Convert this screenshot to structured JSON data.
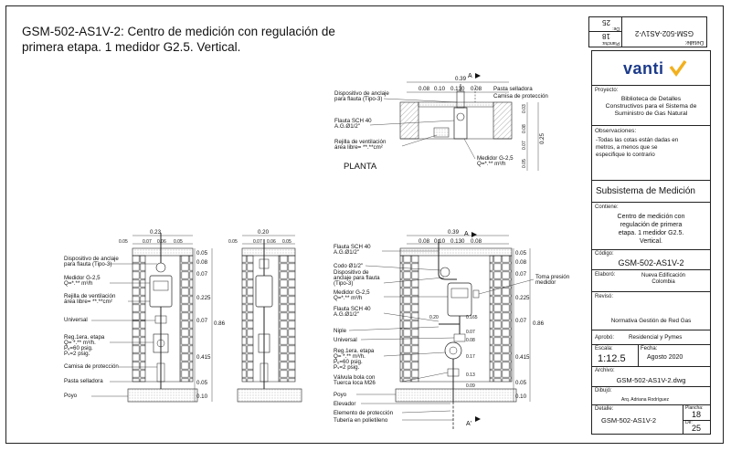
{
  "header": {
    "title_line1": "GSM-502-AS1V-2: Centro de medición con regulación de",
    "title_line2": "primera etapa.  1 medidor G2.5. Vertical."
  },
  "side_strip": {
    "code": "GSM-502-AS1V-2",
    "detail_label": "Detalle:",
    "plancha_label": "Plancha:",
    "plancha": "18",
    "de_label": "De:",
    "de": "25"
  },
  "title_block": {
    "brand": "vanti",
    "proyecto_label": "Proyecto:",
    "proyecto": [
      "Biblioteca de Detalles",
      "Constructivos para el Sistema de",
      "Suministro de Gas Natural"
    ],
    "observaciones_label": "Observaciones:",
    "observaciones": [
      "-Todas las cotas están dadas en",
      "metros, a menos que se",
      "especifique lo contrario"
    ],
    "subsistema": "Subsistema de Medición",
    "contiene_label": "Contiene:",
    "contiene": [
      "Centro de medición con",
      "regulación de primera",
      "etapa. 1 medidor G2.5.",
      "Vertical."
    ],
    "codigo_label": "Código:",
    "codigo": "GSM-502-AS1V-2",
    "elaboro_label": "Elaboró:",
    "elaboro": [
      "Nueva Edificación",
      "Colombia"
    ],
    "reviso_label": "Revisó:",
    "reviso": "Normativa Gestión de Red Gas",
    "aprobo_label": "Aprobó:",
    "aprobo": "Residencial y Pymes",
    "escala_label": "Escala:",
    "escala": "1:12.5",
    "fecha_label": "Fecha:",
    "fecha": "Agosto 2020",
    "archivo_label": "Archivo:",
    "archivo": "GSM-502-AS1V-2.dwg",
    "dibujo_label": "Dibujó:",
    "dibujo": "Arq. Adriana Rodríguez",
    "detalle_label": "Detalle:",
    "detalle": "GSM-502-AS1V-2",
    "plancha_label": "Plancha:",
    "plancha": "18",
    "de_label": "De:",
    "de": "25"
  },
  "planta": {
    "label": "PLANTA",
    "section_mark": "A",
    "dim_total": "0.39",
    "dims_top": [
      "0.08",
      "0.10",
      "0.130",
      "0.08"
    ],
    "dims_right": [
      "0.03",
      "0.08",
      "0.07",
      "0.25",
      "0.05"
    ],
    "labels": [
      "Dispositivo de anclaje",
      "para flauta (Tipo-3)",
      "Flauta SCH 40",
      "A.G.Ø1/2\"",
      "Rejilla de ventilación",
      "área libre=  **.**cm²",
      "Pasta selladora",
      "Camisa de protección",
      "Medidor G-2,5",
      "Q=*.** m³/h"
    ]
  },
  "front": {
    "dim_total": "0.23",
    "dims_top": [
      "0.05",
      "0.07",
      "0.06",
      "0.05"
    ],
    "labels": [
      "Dispositivo de anclaje",
      "para flauta (Tipo-3)",
      "Medidor G-2,5",
      "Q=*.** m³/h",
      "Rejilla de ventilación",
      "área libre=  **.**cm²",
      "Universal",
      "Reg.1era. etapa",
      "Q=  *.** m³/h.",
      "Pₑ=60 psig.",
      "Pₛ=2 psig.",
      "Camisa de protección",
      "Pasta selladora",
      "Poyo"
    ],
    "dims_right": [
      "0.05",
      "0.08",
      "0.07",
      "0.225",
      "0.07",
      "0.415",
      "0.05",
      "0.10"
    ],
    "dim_height": "0.86"
  },
  "side": {
    "dim_total": "0.20",
    "dims_top": [
      "0.05",
      "0.07",
      "0.06",
      "0.05"
    ]
  },
  "section": {
    "section_mark_top": "A",
    "section_mark_bottom": "A'",
    "dim_total": "0.39",
    "dims_top": [
      "0.08",
      "0.10",
      "0.130",
      "0.08"
    ],
    "labels": [
      "Flauta SCH 40",
      "A.G.Ø1/2\"",
      "Codo Ø1/2\"",
      "Dispositivo de",
      "anclaje para flauta",
      "(Tipo-3)",
      "Medidor G-2,5",
      "Q=*.** m³/h",
      "Flauta SCH 40",
      "A.G.Ø1/2\"",
      "Niple",
      "Universal",
      "Reg.1era. etapa",
      "Q=  *.** m³/h.",
      "Pₑ=60 psig.",
      "Pₛ=2 psig.",
      "Válvula bola con",
      "Tuerca loca M26",
      "Poyo",
      "Elevador",
      "Elemento de protección",
      "Tubería en polietileno",
      "Toma presión",
      "medidor"
    ],
    "dims_inner": [
      "0.20",
      "0.165",
      "0.07",
      "0.08",
      "0.17",
      "0.13",
      "0.09"
    ],
    "dims_right": [
      "0.05",
      "0.08",
      "0.07",
      "0.225",
      "0.07",
      "0.415",
      "0.05",
      "0.10"
    ],
    "dim_height": "0.86"
  }
}
